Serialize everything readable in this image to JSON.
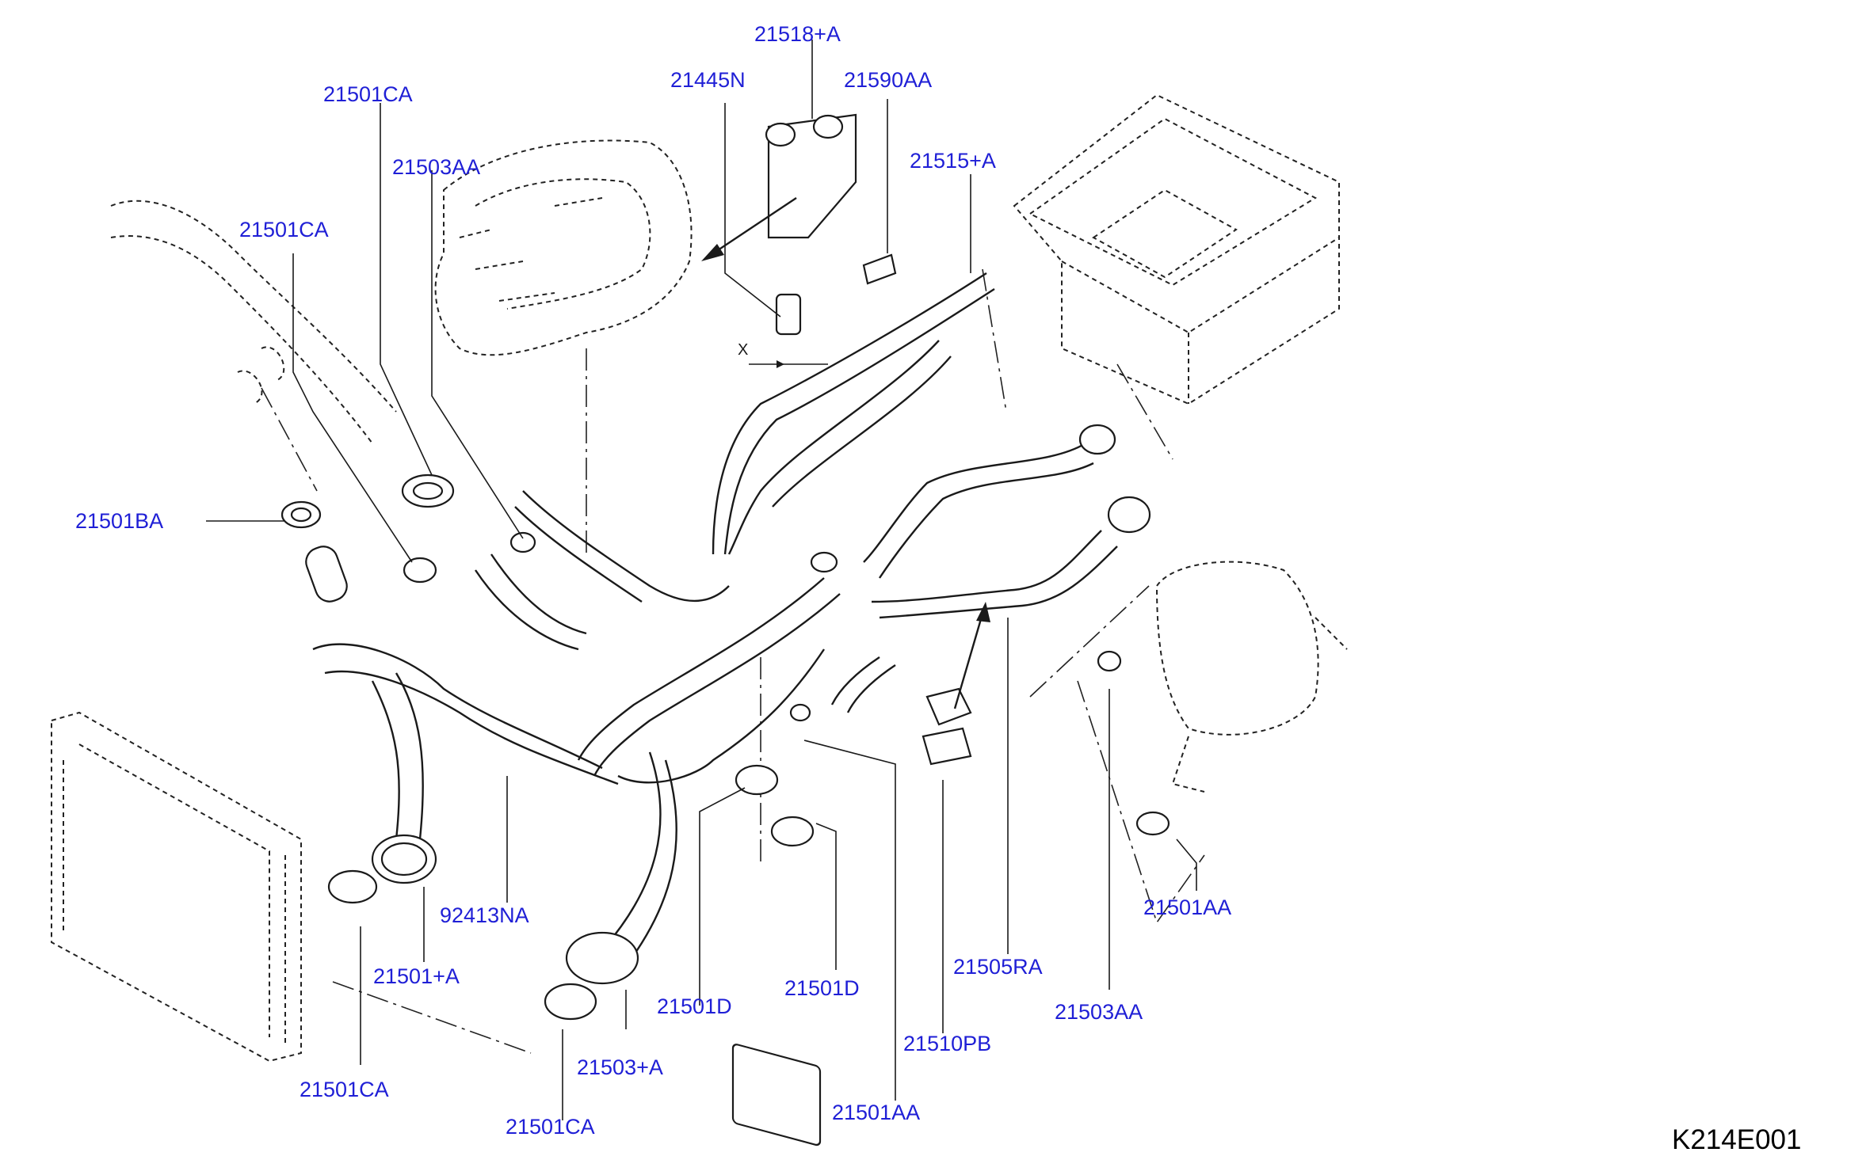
{
  "diagram": {
    "figure_id": "K214E001",
    "callouts": [
      {
        "id": "c1",
        "text": "21518+A"
      },
      {
        "id": "c2",
        "text": "21445N"
      },
      {
        "id": "c3",
        "text": "21590AA"
      },
      {
        "id": "c4",
        "text": "21501CA"
      },
      {
        "id": "c5",
        "text": "21503AA"
      },
      {
        "id": "c6",
        "text": "21515+A"
      },
      {
        "id": "c7",
        "text": "21501CA"
      },
      {
        "id": "c8",
        "text": "21501BA"
      },
      {
        "id": "c9",
        "text": "92413NA"
      },
      {
        "id": "c10",
        "text": "21501+A"
      },
      {
        "id": "c11",
        "text": "21501CA"
      },
      {
        "id": "c12",
        "text": "21501CA"
      },
      {
        "id": "c13",
        "text": "21503+A"
      },
      {
        "id": "c14",
        "text": "21501D"
      },
      {
        "id": "c15",
        "text": "21501D"
      },
      {
        "id": "c16",
        "text": "21501AA"
      },
      {
        "id": "c17",
        "text": "21510PB"
      },
      {
        "id": "c18",
        "text": "21505RA"
      },
      {
        "id": "c19",
        "text": "21503AA"
      },
      {
        "id": "c20",
        "text": "21501AA"
      }
    ],
    "dimension_mark": "X",
    "colors": {
      "callout": "#1f1fd6",
      "line": "#1a1a1a",
      "background": "#ffffff"
    }
  }
}
